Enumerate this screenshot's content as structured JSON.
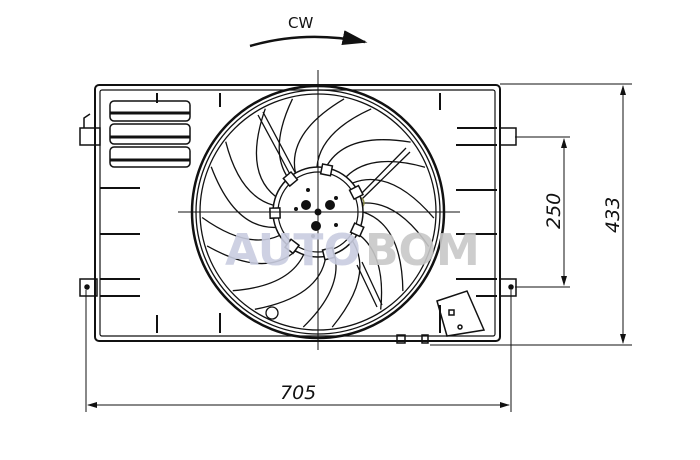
{
  "drawing": {
    "rotation_label": "CW",
    "dimensions": {
      "width": "705",
      "mount_spacing": "250",
      "height": "433"
    },
    "watermark": {
      "part1": "AUTO",
      "part2": "BOM"
    },
    "colors": {
      "line": "#111111",
      "watermark_blue": "#c9cde0",
      "watermark_grey": "#c8c8c8"
    }
  }
}
